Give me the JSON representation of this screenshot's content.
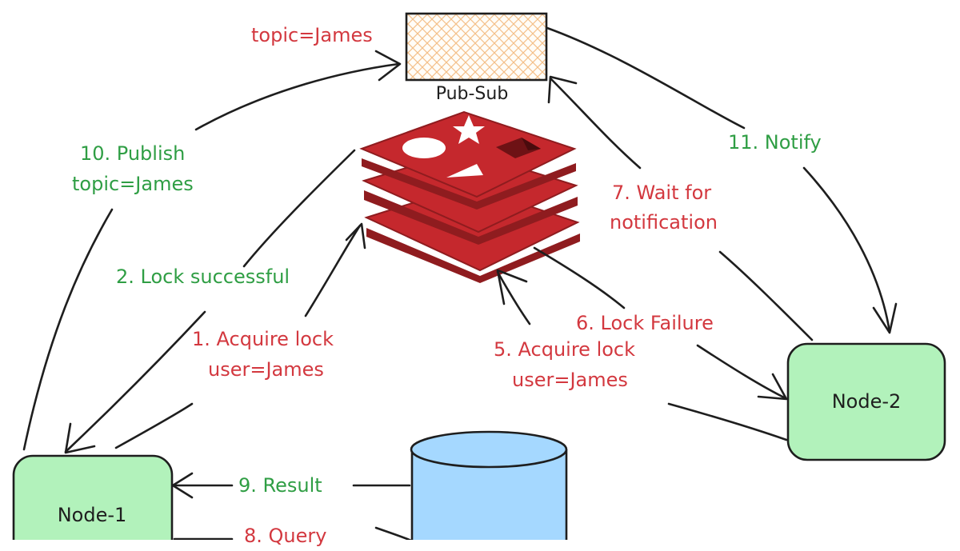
{
  "nodes": {
    "node1": "Node-1",
    "node2": "Node-2",
    "pubsub": "Pub-Sub"
  },
  "labels": {
    "topic": "topic=James",
    "publish_line1": "10. Publish",
    "publish_line2": "topic=James",
    "notify": "11. Notify",
    "wait_line1": "7. Wait for",
    "wait_line2": "notification",
    "lock_successful": "2. Lock successful",
    "acquire1_line1": "1. Acquire lock",
    "acquire1_line2": "user=James",
    "lock_failure": "6. Lock Failure",
    "acquire5_line1": "5. Acquire lock",
    "acquire5_line2": "user=James",
    "result": "9. Result",
    "query": "8. Query"
  },
  "colors": {
    "red_label": "#d3383f",
    "green_label": "#2f9e44",
    "node_fill": "#b2f2bb",
    "db_fill": "#a5d8ff",
    "pubsub_hatch": "#f4c089",
    "redis_red": "#c5282d"
  },
  "icons": {
    "database": "cylinder-icon",
    "cache": "redis-logo-icon"
  }
}
